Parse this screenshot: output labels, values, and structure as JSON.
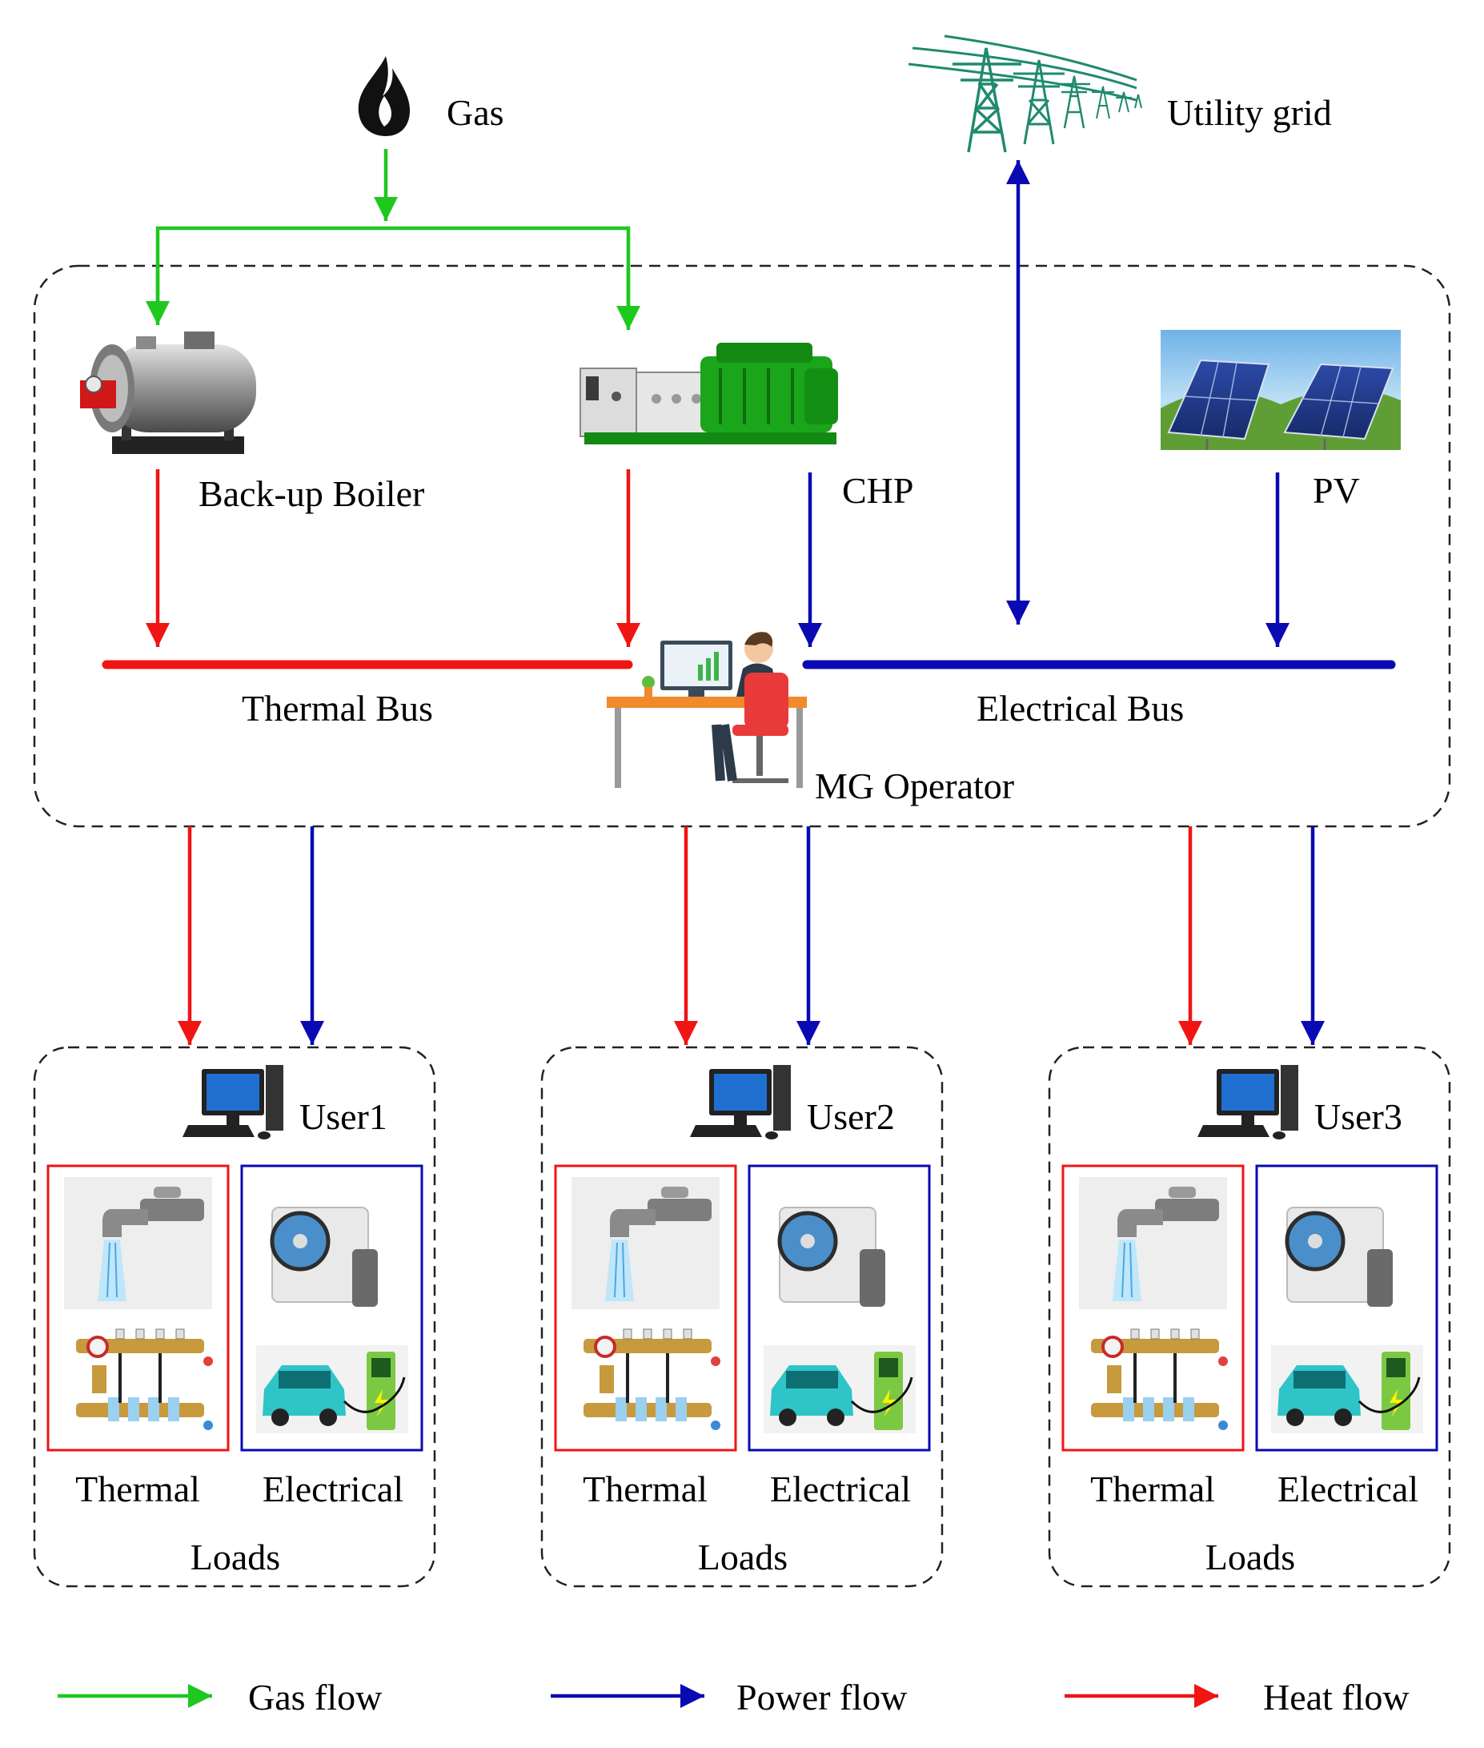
{
  "labels": {
    "gas": "Gas",
    "utility_grid": "Utility grid",
    "boiler": "Back-up Boiler",
    "chp": "CHP",
    "pv": "PV",
    "thermal_bus": "Thermal Bus",
    "electrical_bus": "Electrical Bus",
    "mg_operator": "MG Operator"
  },
  "users": [
    {
      "name": "User1",
      "thermal": "Thermal",
      "electrical": "Electrical",
      "loads": "Loads"
    },
    {
      "name": "User2",
      "thermal": "Thermal",
      "electrical": "Electrical",
      "loads": "Loads"
    },
    {
      "name": "User3",
      "thermal": "Thermal",
      "electrical": "Electrical",
      "loads": "Loads"
    }
  ],
  "legend": {
    "gas_flow": "Gas flow",
    "power_flow": "Power flow",
    "heat_flow": "Heat flow"
  },
  "colors": {
    "gas": "#1ec81e",
    "power": "#0a0ab4",
    "heat": "#f01414"
  }
}
